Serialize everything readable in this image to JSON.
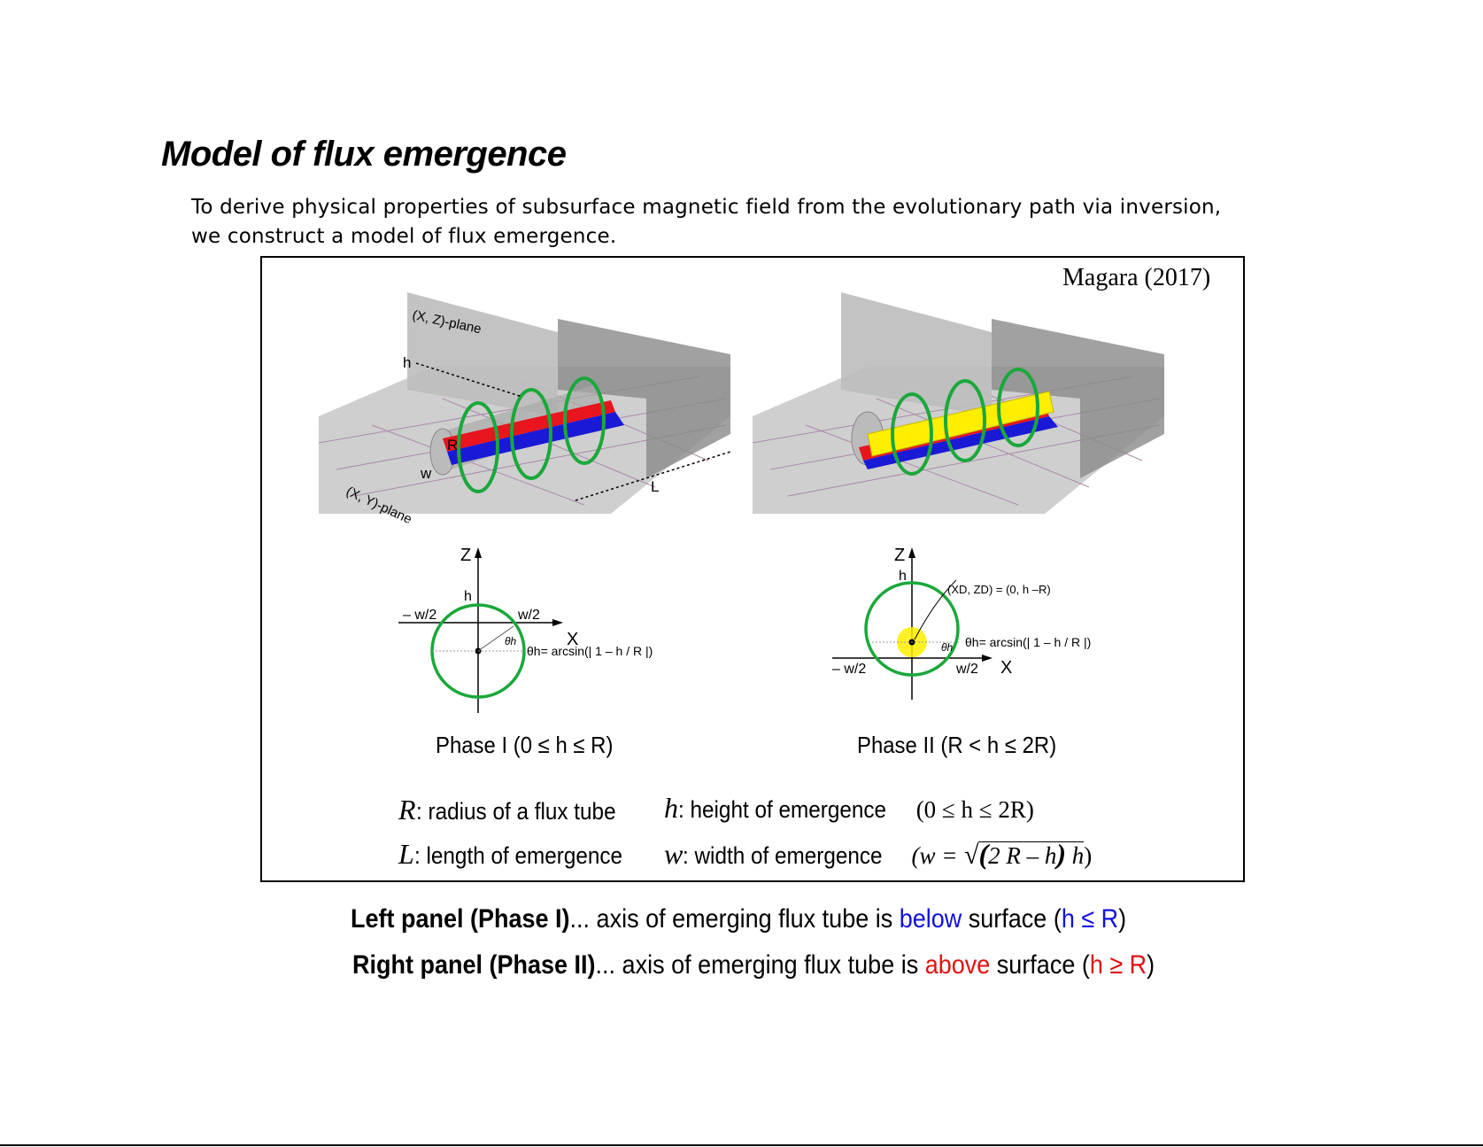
{
  "title": "Model of flux emergence",
  "intro": {
    "line1": "To derive physical properties of subsurface magnetic field from the evolutionary path via inversion,",
    "line2": "we construct a model of flux emergence."
  },
  "citation": "Magara (2017)",
  "diagram_labels": {
    "xz_plane": "(X, Z)-plane",
    "xy_plane": "(X, Y)-plane",
    "h": "h",
    "R": "R",
    "w": "w",
    "L": "L",
    "z_axis": "Z",
    "x_axis": "X",
    "minus_w2": "– w/2",
    "w2": "w/2",
    "theta_h": "θh",
    "theta_formula": "θh= arcsin(| 1 – h / R |)",
    "xd_zd": "(XD, ZD) = (0, h –R)"
  },
  "phases": {
    "phase1": "Phase I (0 ≤ h ≤ R)",
    "phase2": "Phase II (R < h ≤ 2R)"
  },
  "definitions": {
    "R_sym": "R",
    "R_text": ": radius of a flux tube",
    "h_sym": "h",
    "h_text": ": height of emergence",
    "h_range": "(0 ≤ h ≤ 2R)",
    "L_sym": "L",
    "L_text": ": length of emergence",
    "w_sym": "w",
    "w_text": ": width of emergence",
    "w_formula": "(w =",
    "w_root": "2 R – h",
    "w_h": "h",
    "w_close": ")"
  },
  "notes": {
    "left_bold": "Left panel (Phase I)",
    "left_mid": "... axis of emerging flux tube is ",
    "left_colored": "below",
    "left_after": " surface (",
    "left_cond": "h ≤ R",
    "left_close": ")",
    "right_bold": "Right panel (Phase II)",
    "right_mid": "... axis of emerging flux tube is ",
    "right_colored": "above",
    "right_after": " surface (",
    "right_cond": "h ≥ R",
    "right_close": ")"
  },
  "colors": {
    "helix_green": "#1aa83a",
    "tube_yellow": "#ffee00",
    "flux_red": "#e8141e",
    "flux_blue": "#1a1ad6",
    "below_blue": "#1010e0",
    "above_red": "#e01010"
  }
}
